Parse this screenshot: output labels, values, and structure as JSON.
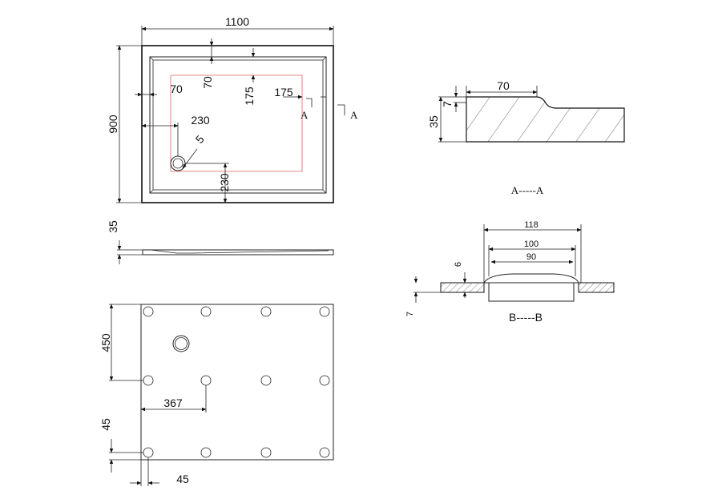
{
  "top_view": {
    "width_label": "1100",
    "height_label": "900",
    "offset_top_label": "70",
    "offset_left_label": "70",
    "red_offset_top_label": "175",
    "red_offset_right_label": "175",
    "drain_x_label": "230",
    "drain_y_label": "230",
    "drain_radius_label": "5",
    "section_mark_left": "A",
    "section_mark_right": "A"
  },
  "side_view": {
    "height_label": "35"
  },
  "bottom_view": {
    "drain_y_label": "450",
    "foot_x_label": "367",
    "edge_y_label": "45",
    "edge_x_label": "45"
  },
  "section_a": {
    "lip_label": "70",
    "step_label": "7",
    "height_label": "35",
    "title": "A-----A"
  },
  "section_b": {
    "outer_label": "118",
    "mid_label": "100",
    "inner_label": "90",
    "depth_label": "6",
    "base_label": "7",
    "title": "B-----B"
  }
}
